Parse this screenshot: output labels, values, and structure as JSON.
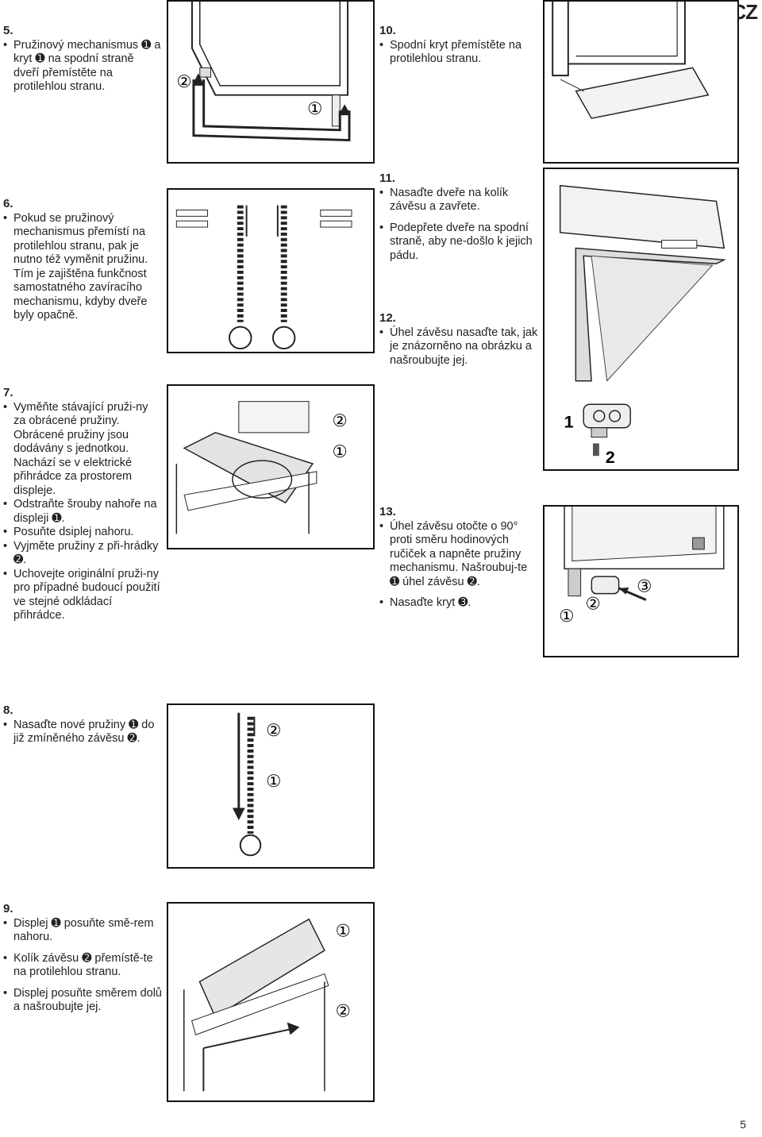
{
  "lang_badge": "CZ",
  "page_number": "5",
  "steps": {
    "s5": {
      "num": "5.",
      "items": [
        "Pružinový mechanismus ➊ a kryt ➊ na spodní straně dveří přemístěte na protilehlou stranu."
      ]
    },
    "s6": {
      "num": "6.",
      "items": [
        "Pokud se pružinový mechanismus přemístí na protilehlou stranu, pak je nutno též vyměnit pružinu. Tím je zajištěna funkčnost samostatného zavíracího mechanismu, kdyby dveře byly opačně."
      ]
    },
    "s7": {
      "num": "7.",
      "items": [
        "Vyměňte stávající pruži-ny za obrácené pružiny. Obrácené pružiny jsou dodávány s jednotkou. Nachází se v elektrické přihrádce za prostorem displeje.",
        "Odstraňte šrouby nahoře na displeji ➊.",
        "Posuňte dsiplej nahoru.",
        "Vyjměte pružiny z při-hrádky ➋.",
        "Uchovejte originální pruži-ny pro případné budoucí použití ve stejné odkládací přihrádce."
      ]
    },
    "s8": {
      "num": "8.",
      "items": [
        "Nasaďte nové pružiny ➊ do již zmíněného závěsu ➋."
      ]
    },
    "s9": {
      "num": "9.",
      "items": [
        "Displej ➊ posuňte smě-rem nahoru.",
        "Kolík závěsu ➋ přemístě-te na protilehlou stranu.",
        "Displej posuňte směrem dolů a našroubujte jej."
      ]
    },
    "s10": {
      "num": "10.",
      "items": [
        "Spodní kryt přemístěte na protilehlou stranu."
      ]
    },
    "s11": {
      "num": "11.",
      "items": [
        "Nasaďte dveře na kolík závěsu a zavřete.",
        "Podepřete dveře na spodní straně, aby ne-došlo k jejich pádu."
      ]
    },
    "s12": {
      "num": "12.",
      "items": [
        "Úhel závěsu nasaďte tak, jak je znázorněno na obrázku a našroubujte jej."
      ]
    },
    "s13": {
      "num": "13.",
      "items": [
        "Úhel závěsu otočte o 90° proti směru hodinových ručiček a napněte pružiny mechanismu. Našroubuj-te ➊ úhel závěsu ➋.",
        "Nasaďte kryt ➌."
      ]
    }
  },
  "figures": {
    "fig5": {
      "callouts": [
        "②",
        "①"
      ]
    },
    "fig7": {
      "callouts": [
        "②",
        "①"
      ]
    },
    "fig8": {
      "callouts": [
        "②",
        "①"
      ]
    },
    "fig9": {
      "callouts": [
        "①",
        "②"
      ]
    },
    "fig12": {
      "callouts": [
        "1",
        "2"
      ]
    },
    "fig13": {
      "callouts": [
        "①",
        "②",
        "③"
      ]
    }
  }
}
